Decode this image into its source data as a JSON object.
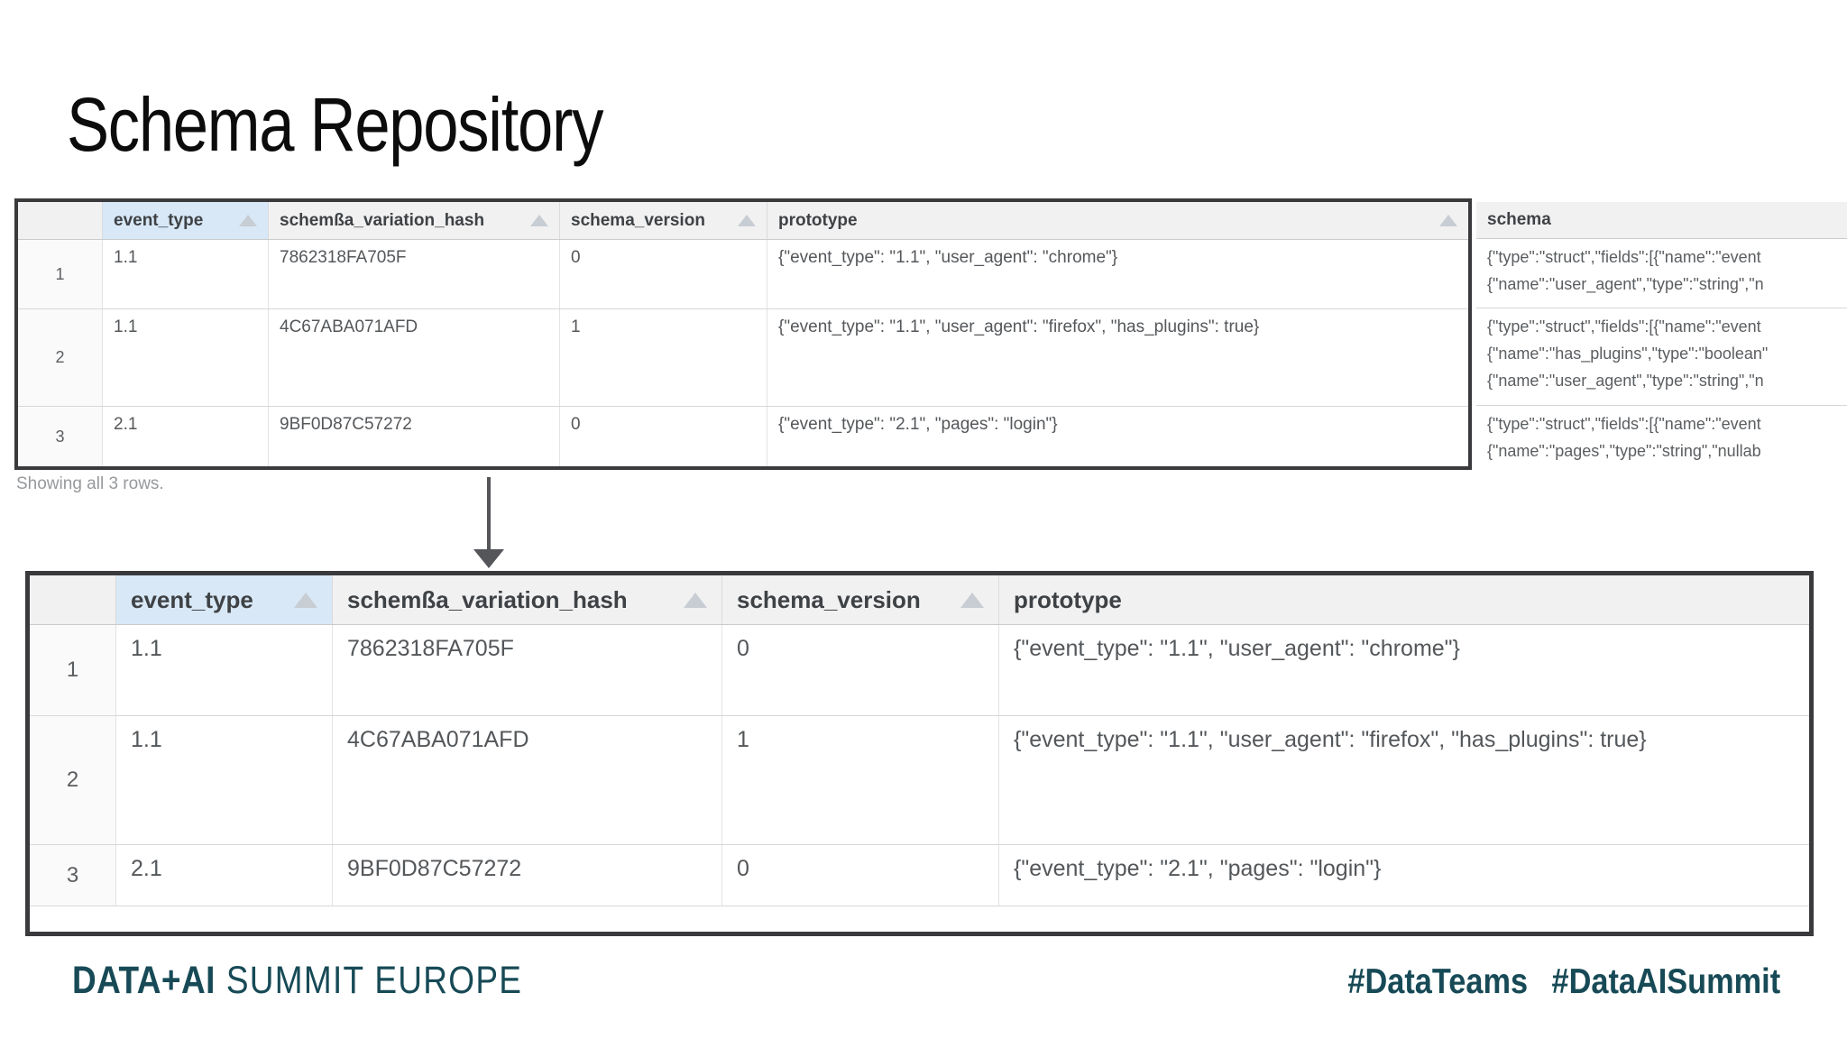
{
  "title": "Schema Repository",
  "status_text": "Showing all 3 rows.",
  "columns": {
    "event_type": "event_type",
    "variation_hash": "schemßa_variation_hash",
    "schema_version": "schema_version",
    "prototype": "prototype",
    "schema": "schema"
  },
  "top_table": {
    "rows": [
      {
        "num": "1",
        "event_type": "1.1",
        "variation_hash": "7862318FA705F",
        "schema_version": "0",
        "prototype": "{\"event_type\": \"1.1\", \"user_agent\": \"chrome\"}",
        "schema_lines": [
          "{\"type\":\"struct\",\"fields\":[{\"name\":\"event",
          "{\"name\":\"user_agent\",\"type\":\"string\",\"n"
        ]
      },
      {
        "num": "2",
        "event_type": "1.1",
        "variation_hash": "4C67ABA071AFD",
        "schema_version": "1",
        "prototype": "{\"event_type\": \"1.1\", \"user_agent\": \"firefox\", \"has_plugins\": true}",
        "schema_lines": [
          "{\"type\":\"struct\",\"fields\":[{\"name\":\"event",
          "{\"name\":\"has_plugins\",\"type\":\"boolean\"",
          "{\"name\":\"user_agent\",\"type\":\"string\",\"n"
        ]
      },
      {
        "num": "3",
        "event_type": "2.1",
        "variation_hash": "9BF0D87C57272",
        "schema_version": "0",
        "prototype": "{\"event_type\": \"2.1\", \"pages\": \"login\"}",
        "schema_lines": [
          "{\"type\":\"struct\",\"fields\":[{\"name\":\"event",
          "{\"name\":\"pages\",\"type\":\"string\",\"nullab"
        ]
      }
    ]
  },
  "bottom_table": {
    "rows": [
      {
        "num": "1",
        "event_type": "1.1",
        "variation_hash": "7862318FA705F",
        "schema_version": "0",
        "prototype": "{\"event_type\": \"1.1\", \"user_agent\": \"chrome\"}"
      },
      {
        "num": "2",
        "event_type": "1.1",
        "variation_hash": "4C67ABA071AFD",
        "schema_version": "1",
        "prototype": "{\"event_type\": \"1.1\", \"user_agent\": \"firefox\", \"has_plugins\": true}"
      },
      {
        "num": "3",
        "event_type": "2.1",
        "variation_hash": "9BF0D87C57272",
        "schema_version": "0",
        "prototype": "{\"event_type\": \"2.1\", \"pages\": \"login\"}"
      }
    ]
  },
  "footer": {
    "brand_bold": "DATA+AI",
    "brand_regular": "SUMMIT EUROPE",
    "hashtag_1": "#DataTeams",
    "hashtag_2": "#DataAISummit"
  }
}
